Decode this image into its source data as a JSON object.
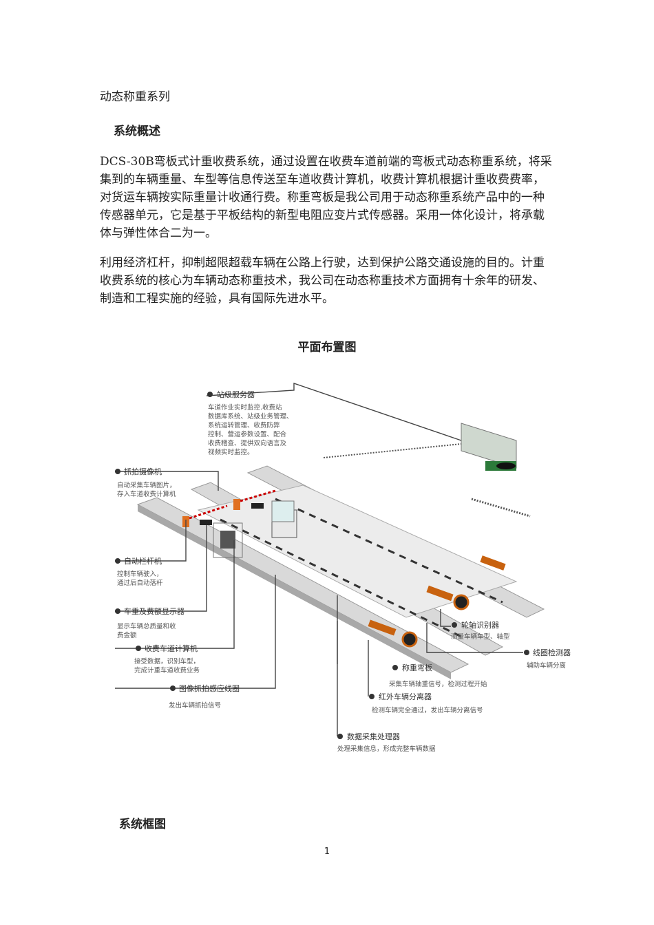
{
  "document": {
    "title": "动态称重系列",
    "section1_heading": "系统概述",
    "paragraph1": "DCS-30B弯板式计重收费系统，通过设置在收费车道前端的弯板式动态称重系统，将采集到的车辆重量、车型等信息传送至车道收费计算机，收费计算机根据计重收费费率，对货运车辆按实际重量计收通行费。称重弯板是我公司用于动态称重系统产品中的一种传感器单元，它是基于平板结构的新型电阻应变片式传感器。采用一体化设计，将承载体与弹性体合二为一。",
    "paragraph2": "利用经济杠杆，抑制超限超载车辆在公路上行驶，达到保护公路交通设施的目的。计重收费系统的核心为车辆动态称重技术，我公司在动态称重技术方面拥有十余年的研发、制造和工程实施的经验，具有国际先进水平。",
    "figure_title": "平面布置图",
    "section2_heading": "系统框图",
    "page_number": "1"
  },
  "diagram": {
    "server": {
      "title": "站级服务器",
      "lines": [
        "车道作业实时监控.收费站",
        "数据库系统、站级业务管理、",
        "系统运转管理、收费防弊",
        "控制、营运参数设置、配合",
        "收费稽查、提供双向语言及",
        "视频实时监控。"
      ]
    },
    "camera": {
      "title": "抓拍摄像机",
      "lines": [
        "自动采集车辆图片，",
        "存入车道收费计算机"
      ]
    },
    "barrier": {
      "title": "自动栏杆机",
      "lines": [
        "控制车辆驶入，",
        "通过后自动落杆"
      ]
    },
    "display": {
      "title": "车重及费额显示器",
      "lines": [
        "显示车辆总质量和收",
        "费金额"
      ]
    },
    "computer": {
      "title": "收费车道计算机",
      "lines": [
        "接受数据，识别车型，",
        "完成计重车道收费业务"
      ]
    },
    "trigger": {
      "title": "图像抓拍感应线圈",
      "lines": [
        "发出车辆抓拍信号"
      ]
    },
    "axle": {
      "title": "轮轴识别器",
      "lines": [
        "测量车辆车型、轴型"
      ]
    },
    "loop": {
      "title": "线圈检测器",
      "lines": [
        "辅助车辆分离"
      ]
    },
    "plate": {
      "title": "称重弯板",
      "lines": [
        "采集车辆轴重信号，检测过程开始"
      ]
    },
    "infrared": {
      "title": "红外车辆分离器",
      "lines": [
        "检测车辆完全通过，发出车辆分离信号"
      ]
    },
    "dataproc": {
      "title": "数据采集处理器",
      "lines": [
        "处理采集信息，形成完整车辆数据"
      ]
    }
  }
}
